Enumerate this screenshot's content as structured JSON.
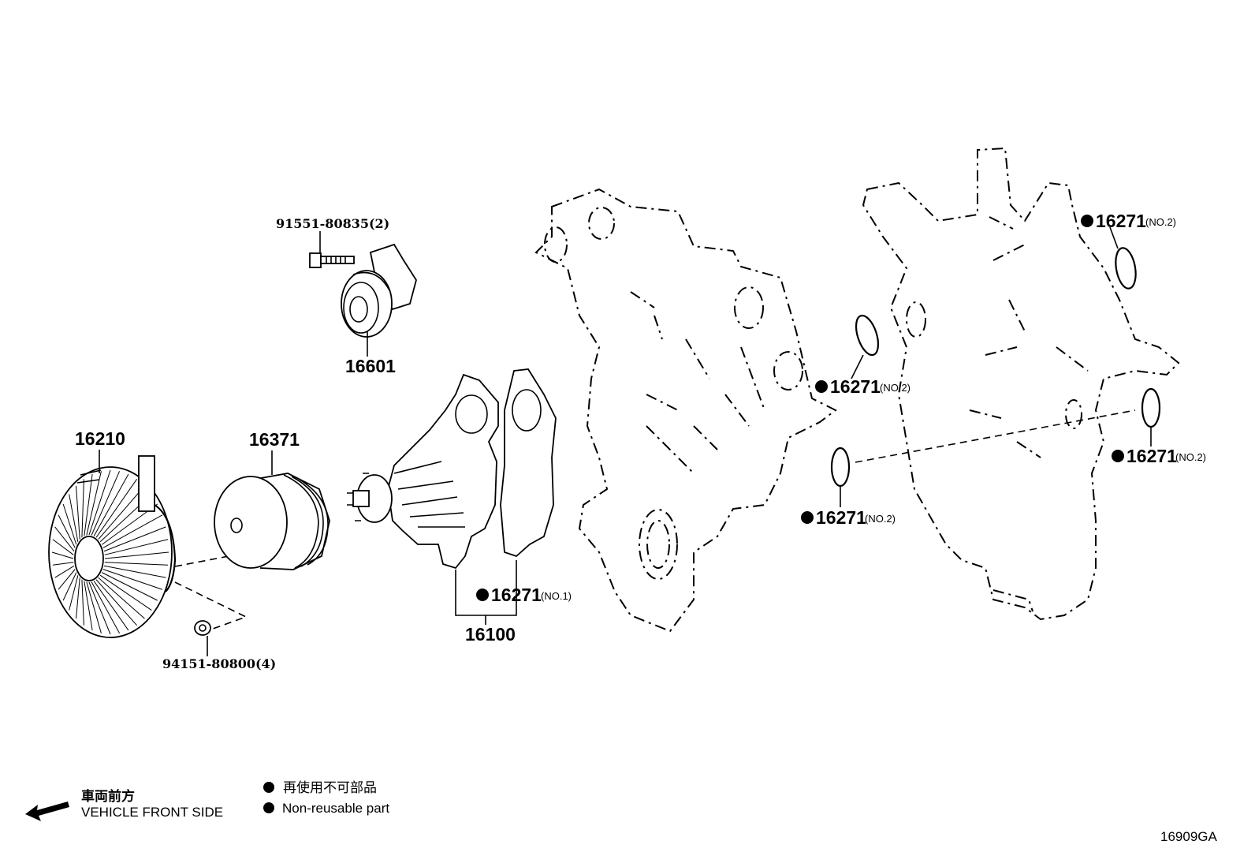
{
  "labels": {
    "bolt_tensioner": "91551-80835(2)",
    "tensioner": "16601",
    "fan_clutch": "16210",
    "pulley": "16371",
    "water_pump": "16100",
    "fan_nut": "94151-80800(4)",
    "gasket_no1_part": "16271",
    "gasket_no1_note": "(NO.1)",
    "gasket_a_part": "16271",
    "gasket_a_note": "(NO.2)",
    "gasket_b_part": "16271",
    "gasket_b_note": "(NO.2)",
    "gasket_c_part": "16271",
    "gasket_c_note": "(NO.2)",
    "gasket_d_part": "16271",
    "gasket_d_note": "(NO.2)"
  },
  "legend": {
    "front_jp": "車両前方",
    "front_en": "VEHICLE FRONT SIDE",
    "nonreuse_jp": "再使用不可部品",
    "nonreuse_en": "Non-reusable part"
  },
  "figure_code": "16909GA",
  "icons": {
    "front_arrow": "arrow-left-icon",
    "nonreusable_marker": "filled-circle-icon"
  },
  "colors": {
    "ink": "#000000",
    "background": "#ffffff"
  }
}
